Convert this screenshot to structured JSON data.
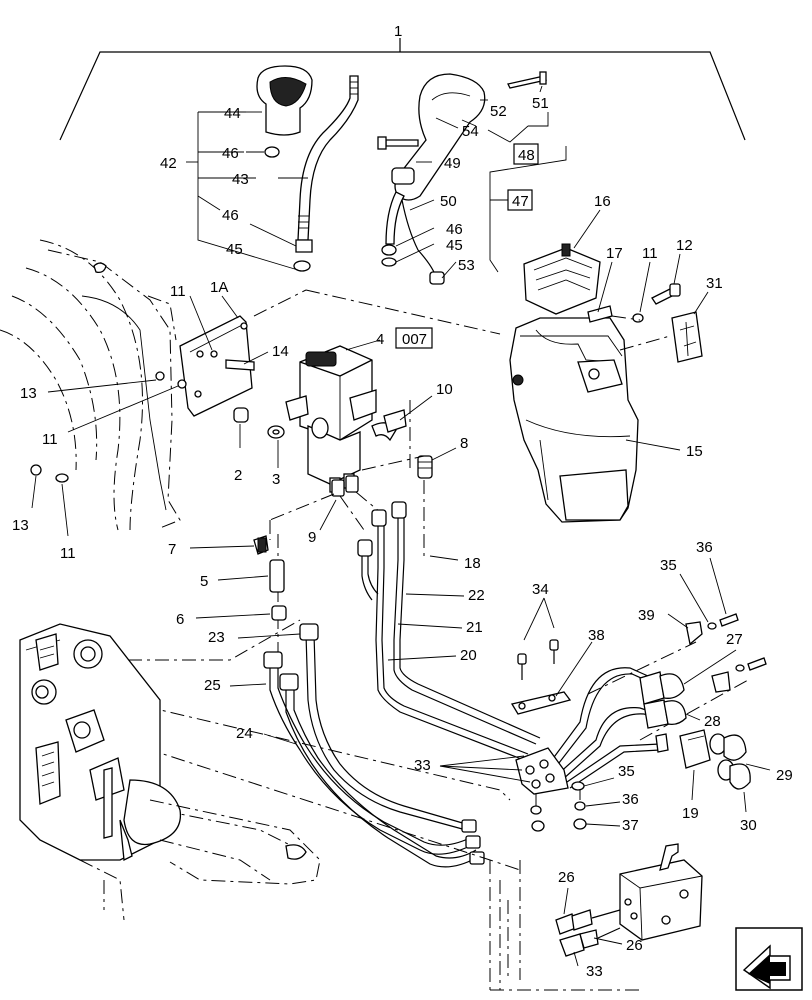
{
  "labels": {
    "l1": "1",
    "l1A": "1A",
    "l2": "2",
    "l3": "3",
    "l4": "4",
    "ref007": "007",
    "l5": "5",
    "l6": "6",
    "l7": "7",
    "l8": "8",
    "l9": "9",
    "l10": "10",
    "l11a": "11",
    "l11b": "11",
    "l11c": "11",
    "l11d": "11",
    "l12": "12",
    "l13a": "13",
    "l13b": "13",
    "l14": "14",
    "l15": "15",
    "l16": "16",
    "l17": "17",
    "l18": "18",
    "l19": "19",
    "l20": "20",
    "l21": "21",
    "l22": "22",
    "l23": "23",
    "l24": "24",
    "l25": "25",
    "l26a": "26",
    "l26b": "26",
    "l27": "27",
    "l28": "28",
    "l29": "29",
    "l30": "30",
    "l31": "31",
    "l33a": "33",
    "l33b": "33",
    "l34": "34",
    "l35a": "35",
    "l35b": "35",
    "l36a": "36",
    "l36b": "36",
    "l37": "37",
    "l38": "38",
    "l39": "39",
    "l42": "42",
    "l43": "43",
    "l44": "44",
    "l45a": "45",
    "l45b": "45",
    "l46a": "46",
    "l46b": "46",
    "l46c": "46",
    "ref47": "47",
    "ref48": "48",
    "l49": "49",
    "l50": "50",
    "l51": "51",
    "l52": "52",
    "l53": "53",
    "l54": "54"
  },
  "icons": {
    "nav": "next-arrow-icon"
  }
}
